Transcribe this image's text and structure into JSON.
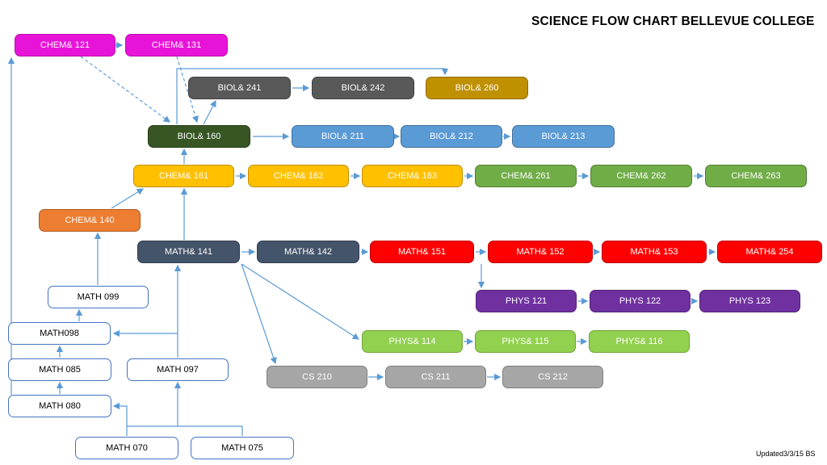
{
  "title": "SCIENCE FLOW CHART BELLEVUE COLLEGE",
  "footer": "Updated3/3/15 BS",
  "colors": {
    "magenta": "#E813D8",
    "dark_gray": "#595959",
    "gold": "#BF9000",
    "dark_green": "#375623",
    "blue": "#5B9BD5",
    "amber": "#FFC000",
    "green": "#70AD47",
    "orange": "#ED7D31",
    "slate_blue": "#44546A",
    "red": "#FF0000",
    "purple": "#7030A0",
    "light_green": "#92D050",
    "gray": "#A6A6A6",
    "white_box_border": "#4472C4",
    "connector": "#5B9BD5"
  },
  "nodes": {
    "chem121": "CHEM& 121",
    "chem131": "CHEM& 131",
    "biol241": "BIOL& 241",
    "biol242": "BIOL& 242",
    "biol260": "BIOL& 260",
    "biol160": "BIOL& 160",
    "biol211": "BIOL& 211",
    "biol212": "BIOL& 212",
    "biol213": "BIOL& 213",
    "chem161": "CHEM& 161",
    "chem162": "CHEM& 162",
    "chem163": "CHEM& 163",
    "chem261": "CHEM& 261",
    "chem262": "CHEM& 262",
    "chem263": "CHEM& 263",
    "chem140": "CHEM& 140",
    "math141": "MATH& 141",
    "math142": "MATH& 142",
    "math151": "MATH& 151",
    "math152": "MATH& 152",
    "math153": "MATH& 153",
    "math254": "MATH& 254",
    "math099": "MATH 099",
    "phys121": "PHYS 121",
    "phys122": "PHYS 122",
    "phys123": "PHYS 123",
    "math098": "MATH098",
    "phys114": "PHYS& 114",
    "phys115": "PHYS& 115",
    "phys116": "PHYS& 116",
    "math085": "MATH 085",
    "math097": "MATH 097",
    "cs210": "CS 210",
    "cs211": "CS 211",
    "cs212": "CS 212",
    "math080": "MATH 080",
    "math070": "MATH 070",
    "math075": "MATH 075"
  },
  "edges": [
    {
      "from": "CHEM& 121",
      "to": "CHEM& 131",
      "style": "solid"
    },
    {
      "from": "MATH 080",
      "to": "CHEM& 121",
      "style": "solid"
    },
    {
      "from": "MATH 080",
      "to": "MATH 085",
      "style": "solid"
    },
    {
      "from": "MATH 085",
      "to": "MATH098",
      "style": "solid"
    },
    {
      "from": "MATH098",
      "to": "MATH 099",
      "style": "solid"
    },
    {
      "from": "MATH 099",
      "to": "CHEM& 140",
      "style": "solid"
    },
    {
      "from": "CHEM& 140",
      "to": "CHEM& 161",
      "style": "solid"
    },
    {
      "from": "MATH& 141",
      "to": "CHEM& 161",
      "style": "solid"
    },
    {
      "from": "CHEM& 161",
      "to": "BIOL& 160",
      "style": "solid"
    },
    {
      "from": "BIOL& 160",
      "to": "BIOL& 241",
      "style": "solid"
    },
    {
      "from": "BIOL& 160",
      "to": "BIOL& 260",
      "style": "solid"
    },
    {
      "from": "BIOL& 160",
      "to": "BIOL& 211",
      "style": "solid"
    },
    {
      "from": "BIOL& 241",
      "to": "BIOL& 242",
      "style": "solid"
    },
    {
      "from": "BIOL& 211",
      "to": "BIOL& 212",
      "style": "solid"
    },
    {
      "from": "BIOL& 212",
      "to": "BIOL& 213",
      "style": "solid"
    },
    {
      "from": "CHEM& 161",
      "to": "CHEM& 162",
      "style": "solid"
    },
    {
      "from": "CHEM& 162",
      "to": "CHEM& 163",
      "style": "solid"
    },
    {
      "from": "CHEM& 163",
      "to": "CHEM& 261",
      "style": "solid"
    },
    {
      "from": "CHEM& 261",
      "to": "CHEM& 262",
      "style": "solid"
    },
    {
      "from": "CHEM& 262",
      "to": "CHEM& 263",
      "style": "solid"
    },
    {
      "from": "MATH& 141",
      "to": "MATH& 142",
      "style": "solid"
    },
    {
      "from": "MATH& 142",
      "to": "MATH& 151",
      "style": "solid"
    },
    {
      "from": "MATH& 151",
      "to": "MATH& 152",
      "style": "solid"
    },
    {
      "from": "MATH& 152",
      "to": "MATH& 153",
      "style": "solid"
    },
    {
      "from": "MATH& 153",
      "to": "MATH& 254",
      "style": "solid"
    },
    {
      "from": "MATH& 152",
      "to": "PHYS 121",
      "style": "solid"
    },
    {
      "from": "PHYS 121",
      "to": "PHYS 122",
      "style": "solid"
    },
    {
      "from": "PHYS 122",
      "to": "PHYS 123",
      "style": "solid"
    },
    {
      "from": "MATH& 141",
      "to": "PHYS& 114",
      "style": "solid"
    },
    {
      "from": "PHYS& 114",
      "to": "PHYS& 115",
      "style": "solid"
    },
    {
      "from": "PHYS& 115",
      "to": "PHYS& 116",
      "style": "solid"
    },
    {
      "from": "MATH& 141",
      "to": "CS 210",
      "style": "solid"
    },
    {
      "from": "CS 210",
      "to": "CS 211",
      "style": "solid"
    },
    {
      "from": "CS 211",
      "to": "CS 212",
      "style": "solid"
    },
    {
      "from": "MATH 097",
      "to": "MATH098",
      "style": "solid"
    },
    {
      "from": "MATH 097",
      "to": "MATH& 141",
      "style": "solid"
    },
    {
      "from": "MATH 070",
      "to": "MATH 080",
      "style": "solid"
    },
    {
      "from": "MATH 075",
      "to": "MATH 080",
      "style": "solid"
    },
    {
      "from": "MATH 070",
      "to": "MATH 097",
      "style": "solid"
    },
    {
      "from": "MATH 075",
      "to": "MATH 097",
      "style": "solid"
    },
    {
      "from": "CHEM& 121",
      "to": "BIOL& 160",
      "style": "dashed"
    },
    {
      "from": "CHEM& 131",
      "to": "BIOL& 160",
      "style": "dashed"
    }
  ]
}
